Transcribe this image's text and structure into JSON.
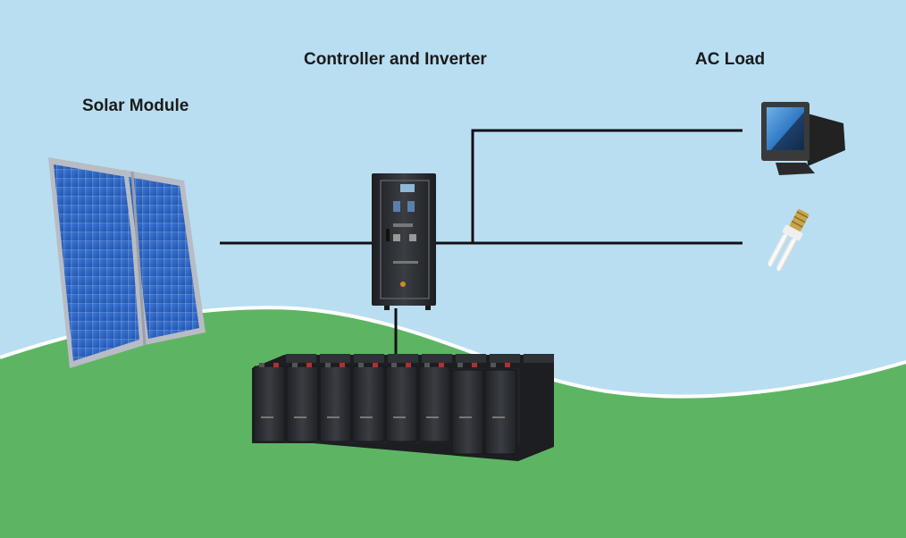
{
  "labels": {
    "solar_module": "Solar Module",
    "controller_inverter": "Controller and Inverter",
    "ac_load": "AC Load"
  },
  "colors": {
    "sky": "#b9def2",
    "grass": "#5db564",
    "wire": "#111111",
    "panel_cell": "#2e63c4",
    "panel_frame": "#b8bcc4",
    "cabinet": "#2a2d31",
    "battery": "#2b2e33"
  },
  "icons": {
    "solar_panel": "solar-panel-icon",
    "cabinet": "inverter-cabinet-icon",
    "battery_bank": "battery-bank-icon",
    "monitor": "crt-monitor-icon",
    "bulb": "cfl-bulb-icon"
  }
}
